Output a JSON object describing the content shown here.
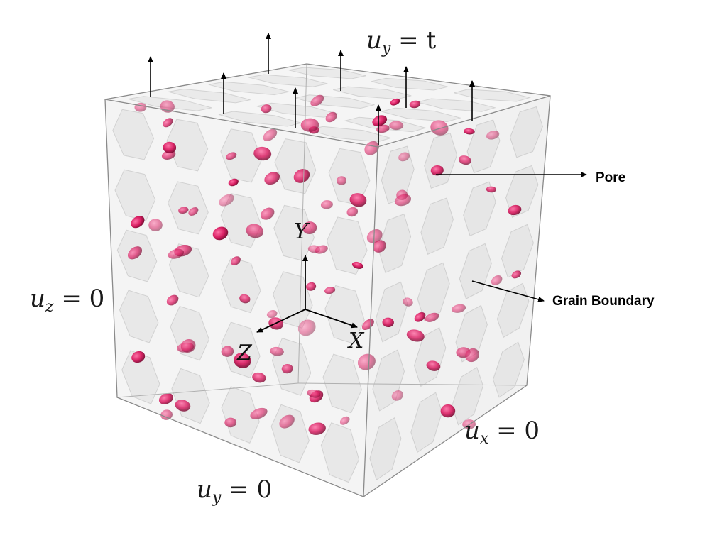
{
  "labels": {
    "pore": "Pore",
    "grain_boundary": "Grain Boundary"
  },
  "boundary_conditions": {
    "top": {
      "var": "u",
      "sub": "y",
      "rhs": "= t"
    },
    "left": {
      "var": "u",
      "sub": "z",
      "rhs": "= 0"
    },
    "right": {
      "var": "u",
      "sub": "x",
      "rhs": "= 0"
    },
    "bottom": {
      "var": "u",
      "sub": "y",
      "rhs": "= 0"
    }
  },
  "axes": {
    "x": "X",
    "y": "Y",
    "z": "Z"
  },
  "colors": {
    "pore": "#d81b60",
    "pore_dark": "#7a0d33",
    "grain": "#bfbfbf",
    "box_edge": "#8a8a8a",
    "arrow": "#000000"
  }
}
